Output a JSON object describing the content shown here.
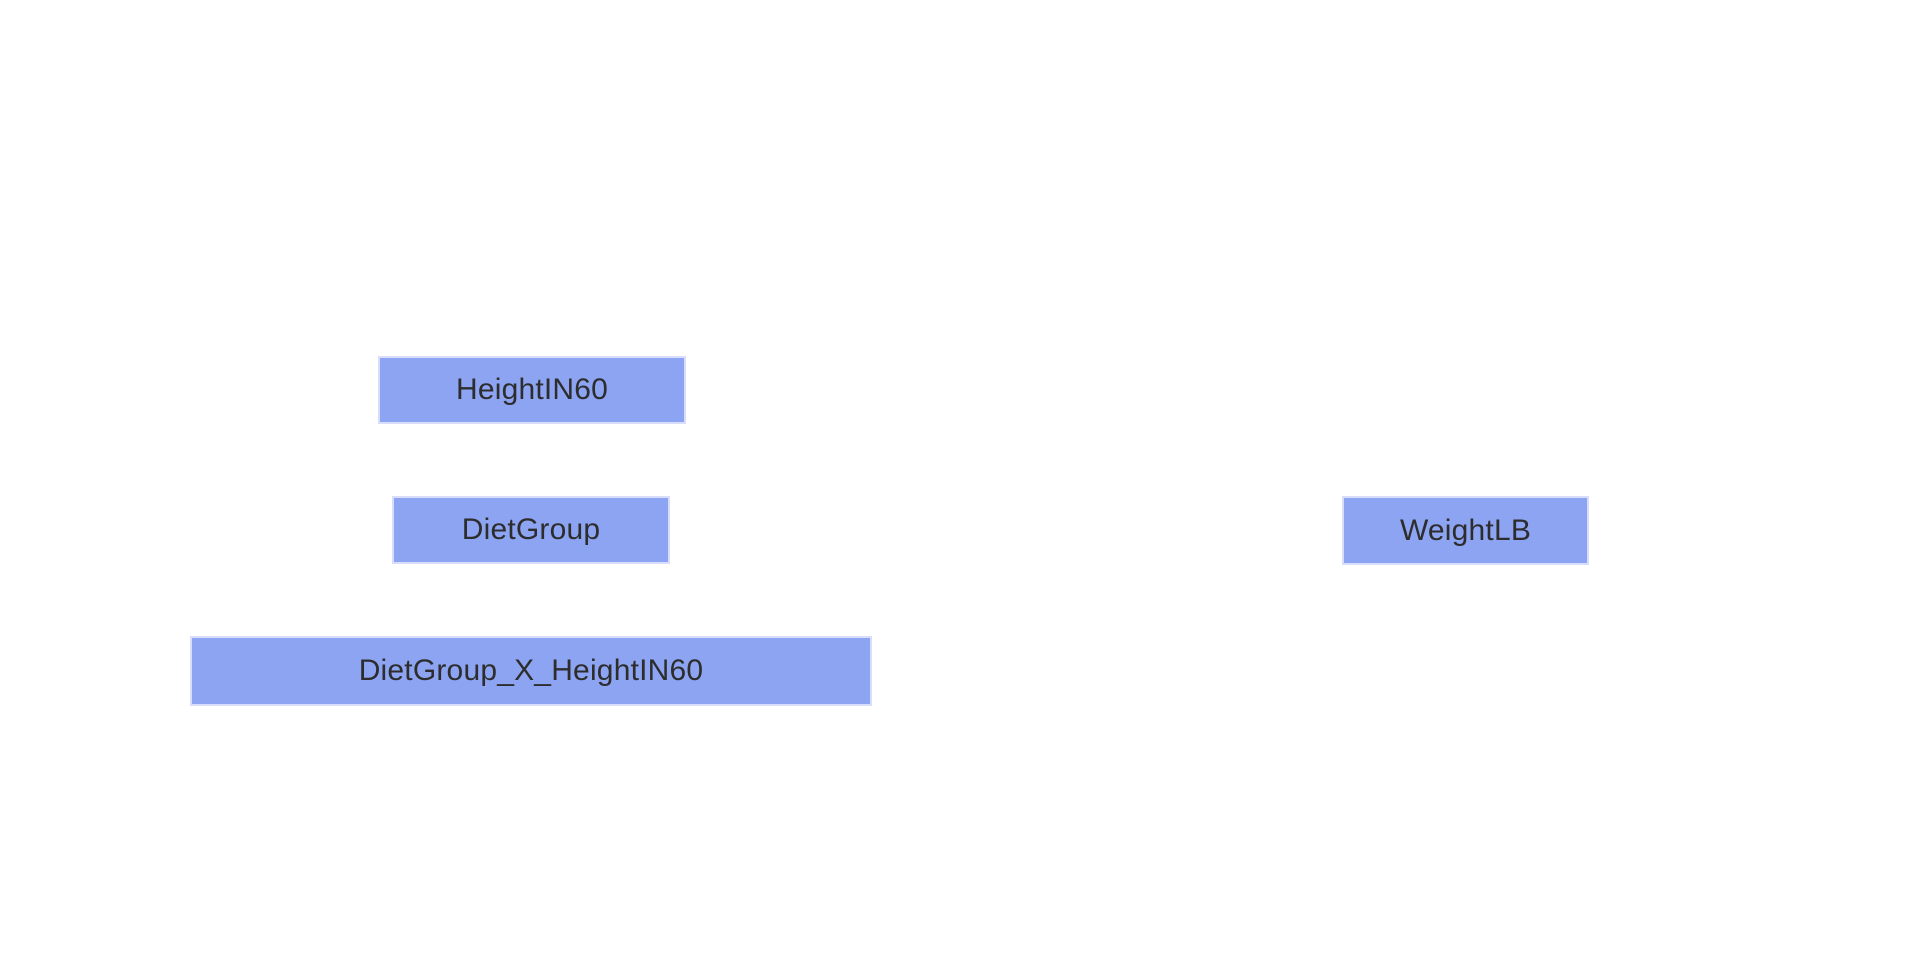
{
  "diagram": {
    "type": "path-diagram",
    "background_color": "#ffffff",
    "node_fill_color": "#8ca4f2",
    "node_border_color": "#d7ddfa",
    "node_text_color": "#2d2d2d",
    "nodes": [
      {
        "id": "HeightIN60",
        "label": "HeightIN60"
      },
      {
        "id": "DietGroup",
        "label": "DietGroup"
      },
      {
        "id": "WeightLB",
        "label": "WeightLB"
      },
      {
        "id": "DietGroup_X_HeightIN60",
        "label": "DietGroup_X_HeightIN60"
      }
    ],
    "edges": []
  }
}
